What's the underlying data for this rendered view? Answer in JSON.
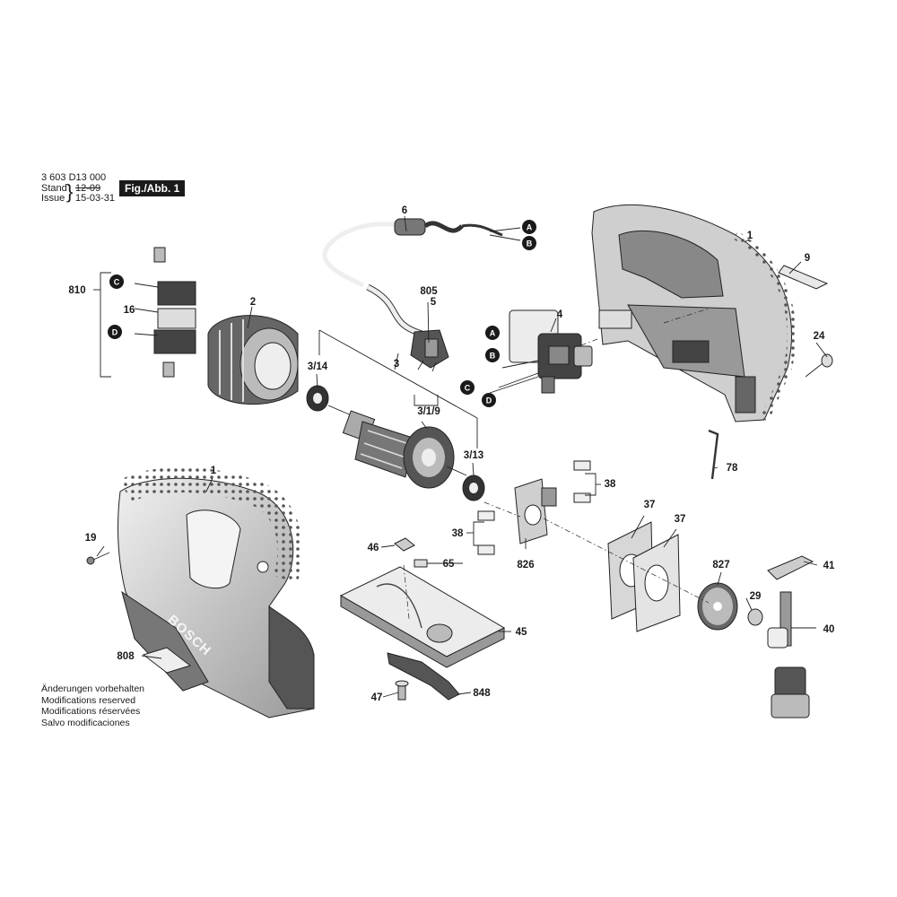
{
  "header": {
    "doc_number": "3 603 D13 000",
    "stand_label": "Stand",
    "stand_value": "12-09",
    "issue_label": "Issue",
    "issue_value": "15-03-31",
    "figure_label": "Fig./Abb. 1"
  },
  "notes": [
    "Änderungen vorbehalten",
    "Modifications reserved",
    "Modifications réservées",
    "Salvo modificaciones"
  ],
  "brand_on_housing": "BOSCH",
  "callout_letters": [
    "A",
    "B",
    "C",
    "D"
  ],
  "part_labels": {
    "p1_top": "1",
    "p1_bottom": "1",
    "p2": "2",
    "p3": "3",
    "p3_1_9": "3/1/9",
    "p3_13": "3/13",
    "p3_14": "3/14",
    "p4": "4",
    "p5": "5",
    "p6": "6",
    "p9": "9",
    "p16": "16",
    "p19": "19",
    "p24": "24",
    "p29": "29",
    "p37a": "37",
    "p37b": "37",
    "p38a": "38",
    "p38b": "38",
    "p40": "40",
    "p41": "41",
    "p45": "45",
    "p46": "46",
    "p47": "47",
    "p65": "65",
    "p78": "78",
    "p805": "805",
    "p808": "808",
    "p810": "810",
    "p826": "826",
    "p827": "827",
    "p848": "848"
  }
}
